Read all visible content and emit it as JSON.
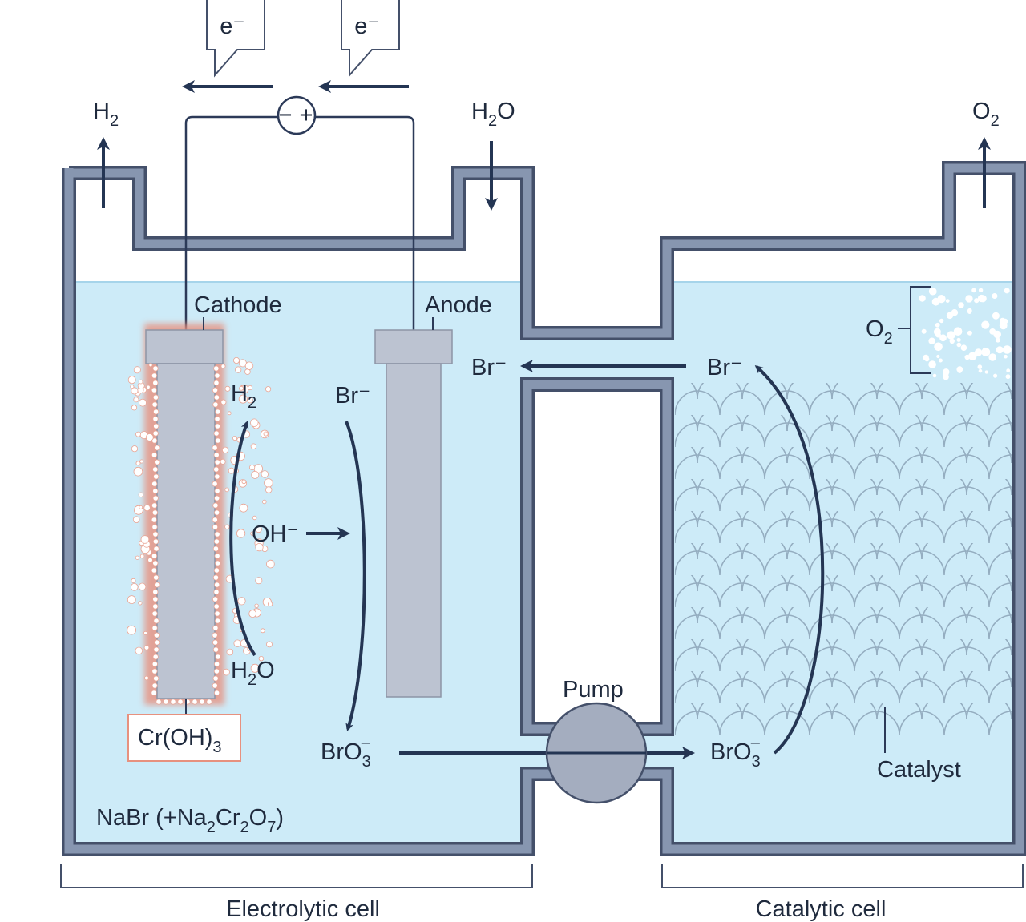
{
  "labels": {
    "electron_left": "e⁻",
    "electron_right": "e⁻",
    "h2_out": {
      "base": "H",
      "sub": "2"
    },
    "h2o_in": {
      "base": "H",
      "sub": "2",
      "tail": "O"
    },
    "o2_out": {
      "base": "O",
      "sub": "2"
    },
    "cathode": "Cathode",
    "anode": "Anode",
    "h2_cathode": {
      "base": "H",
      "sub": "2"
    },
    "h2o_cathode": {
      "base": "H",
      "sub": "2",
      "tail": "O"
    },
    "oh_minus": "OH⁻",
    "br_minus_left": "Br⁻",
    "bro3_left": {
      "base": "BrO",
      "sub": "3",
      "sup": "–"
    },
    "br_minus_channel": "Br⁻",
    "br_minus_right": "Br⁻",
    "bro3_right": {
      "base": "BrO",
      "sub": "3",
      "sup": "–"
    },
    "o2_bubbles": {
      "base": "O",
      "sub": "2"
    },
    "chromium_hydroxide": {
      "base": "Cr(OH)",
      "sub": "3"
    },
    "electrolyte": {
      "p1": "NaBr  (+Na",
      "s1": "2",
      "p2": "Cr",
      "s2": "2",
      "p3": "O",
      "s3": "7",
      "p4": ")"
    },
    "pump": "Pump",
    "catalyst": "Catalyst",
    "electrolytic_cell": "Electrolytic cell",
    "catalytic_cell": "Catalytic cell",
    "minus_sign": "−",
    "plus_sign": "+"
  },
  "colors": {
    "wall": "#8796b0",
    "wall_edge": "#44506a",
    "liquid": "#cdebf8",
    "arrow": "#243553",
    "electrode": "#bdc4d2",
    "cathode_glow": "#e7917f",
    "pump": "#a4adbf",
    "catalyst_line": "#8fa6b8",
    "text": "#1f2a3d"
  }
}
